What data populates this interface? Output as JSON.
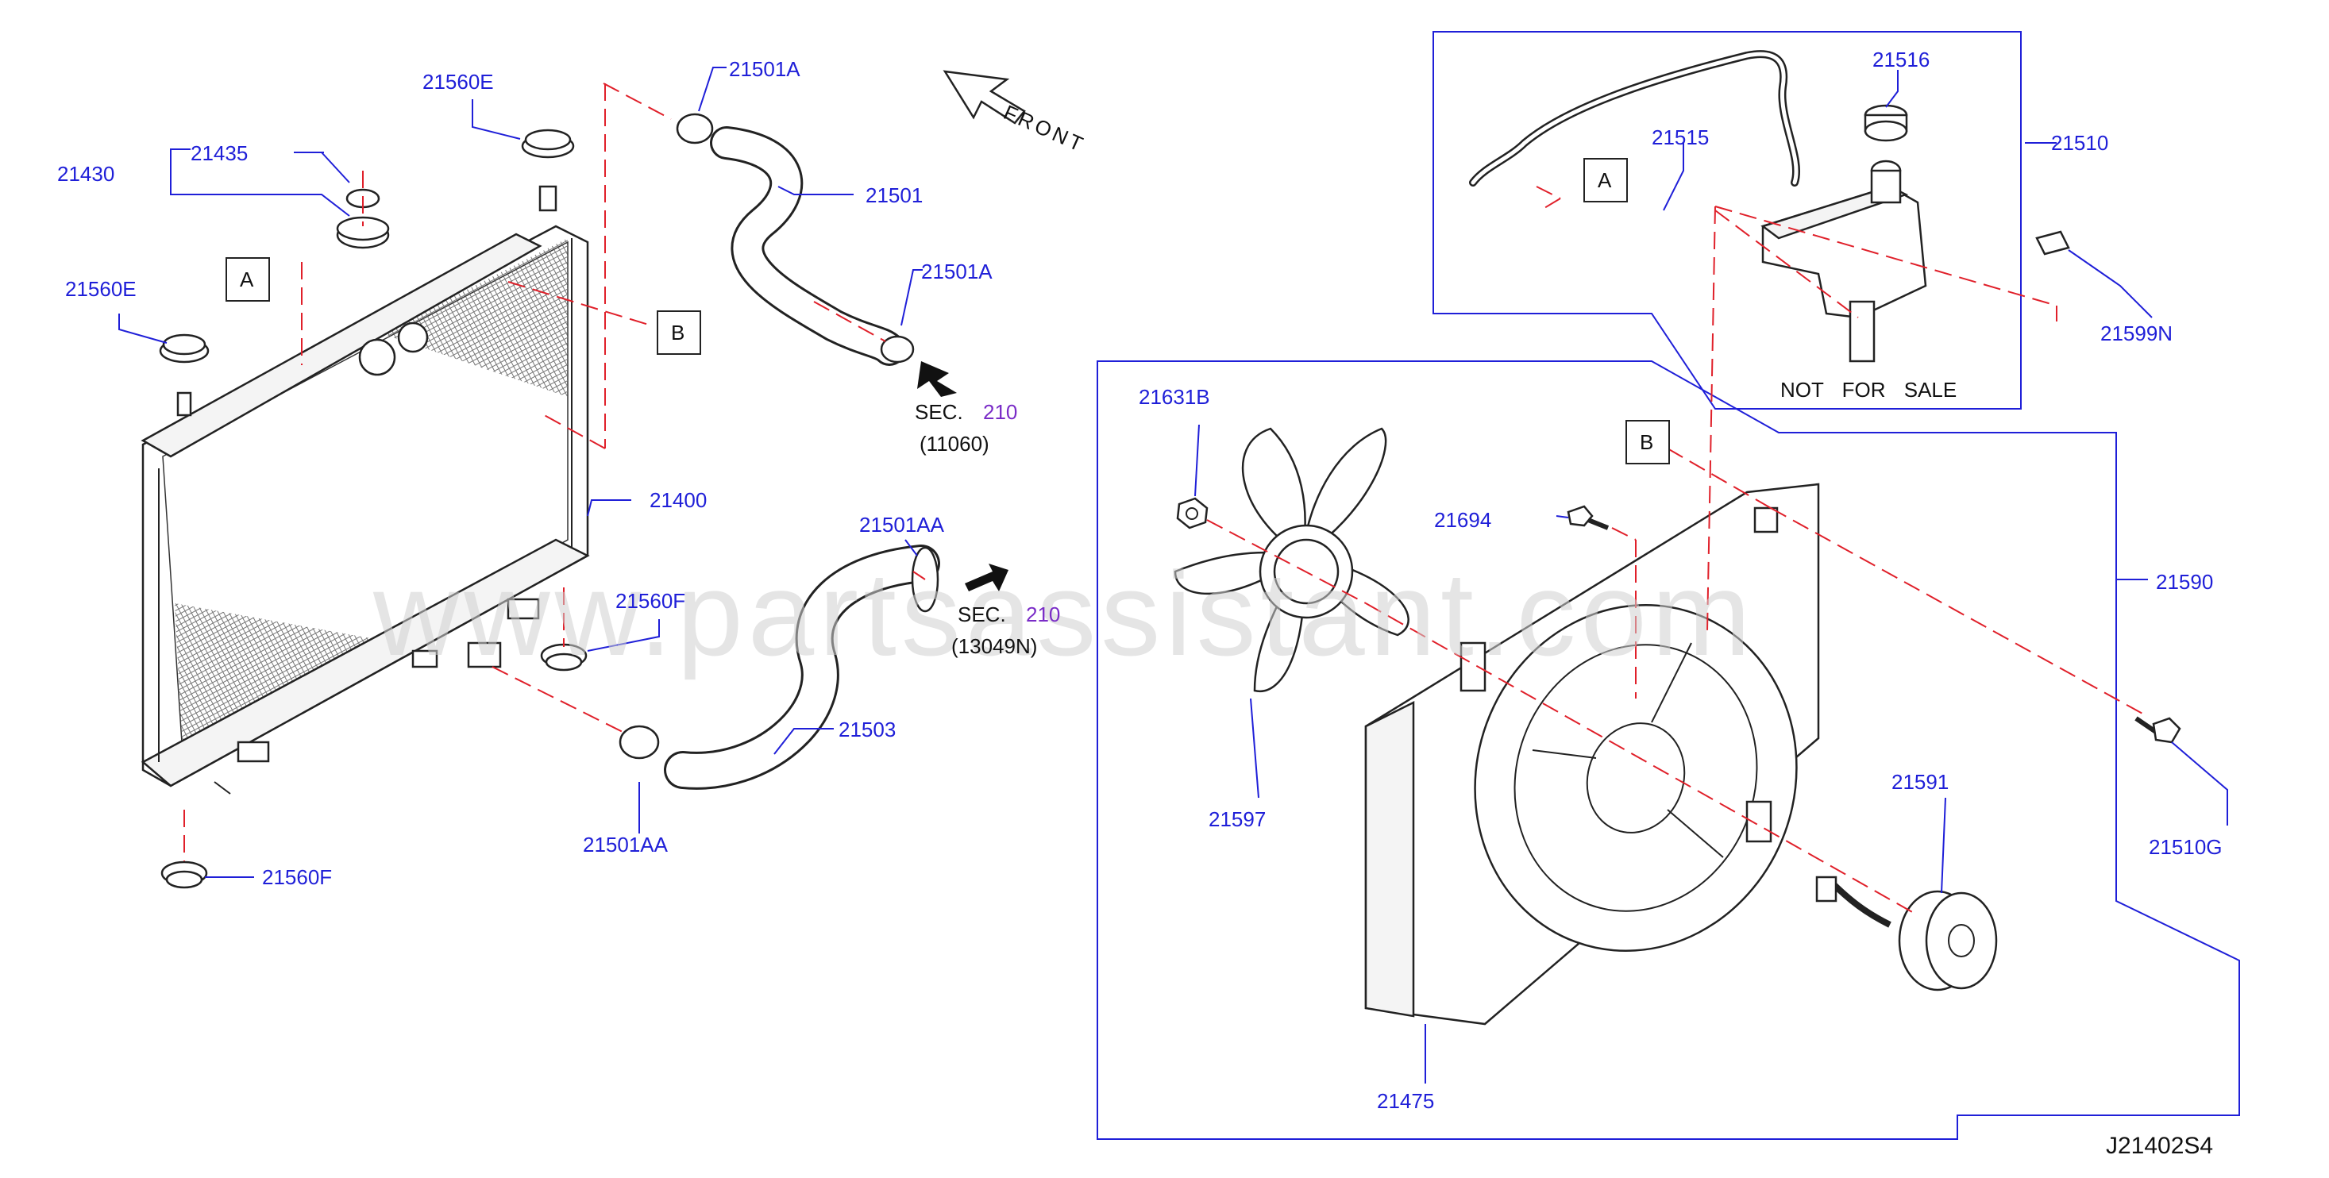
{
  "watermark": "www.partsassistant.com",
  "diagram_code": "J21402S4",
  "front_label": "FRONT",
  "not_for_sale": "NOT FOR SALE",
  "sec_refs": [
    {
      "sec": "SEC.",
      "num": "210",
      "sub": "(11060)"
    },
    {
      "sec": "SEC.",
      "num": "210",
      "sub": "(13049N)"
    }
  ],
  "ref_boxes": {
    "A": "A",
    "B": "B"
  },
  "parts": {
    "p21430": "21430",
    "p21435": "21435",
    "p21560E_top": "21560E",
    "p21560E_left": "21560E",
    "p21400": "21400",
    "p21560F_mid": "21560F",
    "p21560F_bot": "21560F",
    "p21501A_top": "21501A",
    "p21501": "21501",
    "p21501A_mid": "21501A",
    "p21501AA_top": "21501AA",
    "p21503": "21503",
    "p21501AA_bot": "21501AA",
    "p21516": "21516",
    "p21515": "21515",
    "p21510": "21510",
    "p21599N": "21599N",
    "p21631B": "21631B",
    "p21694": "21694",
    "p21590": "21590",
    "p21597": "21597",
    "p21591": "21591",
    "p21510G": "21510G",
    "p21475": "21475"
  }
}
